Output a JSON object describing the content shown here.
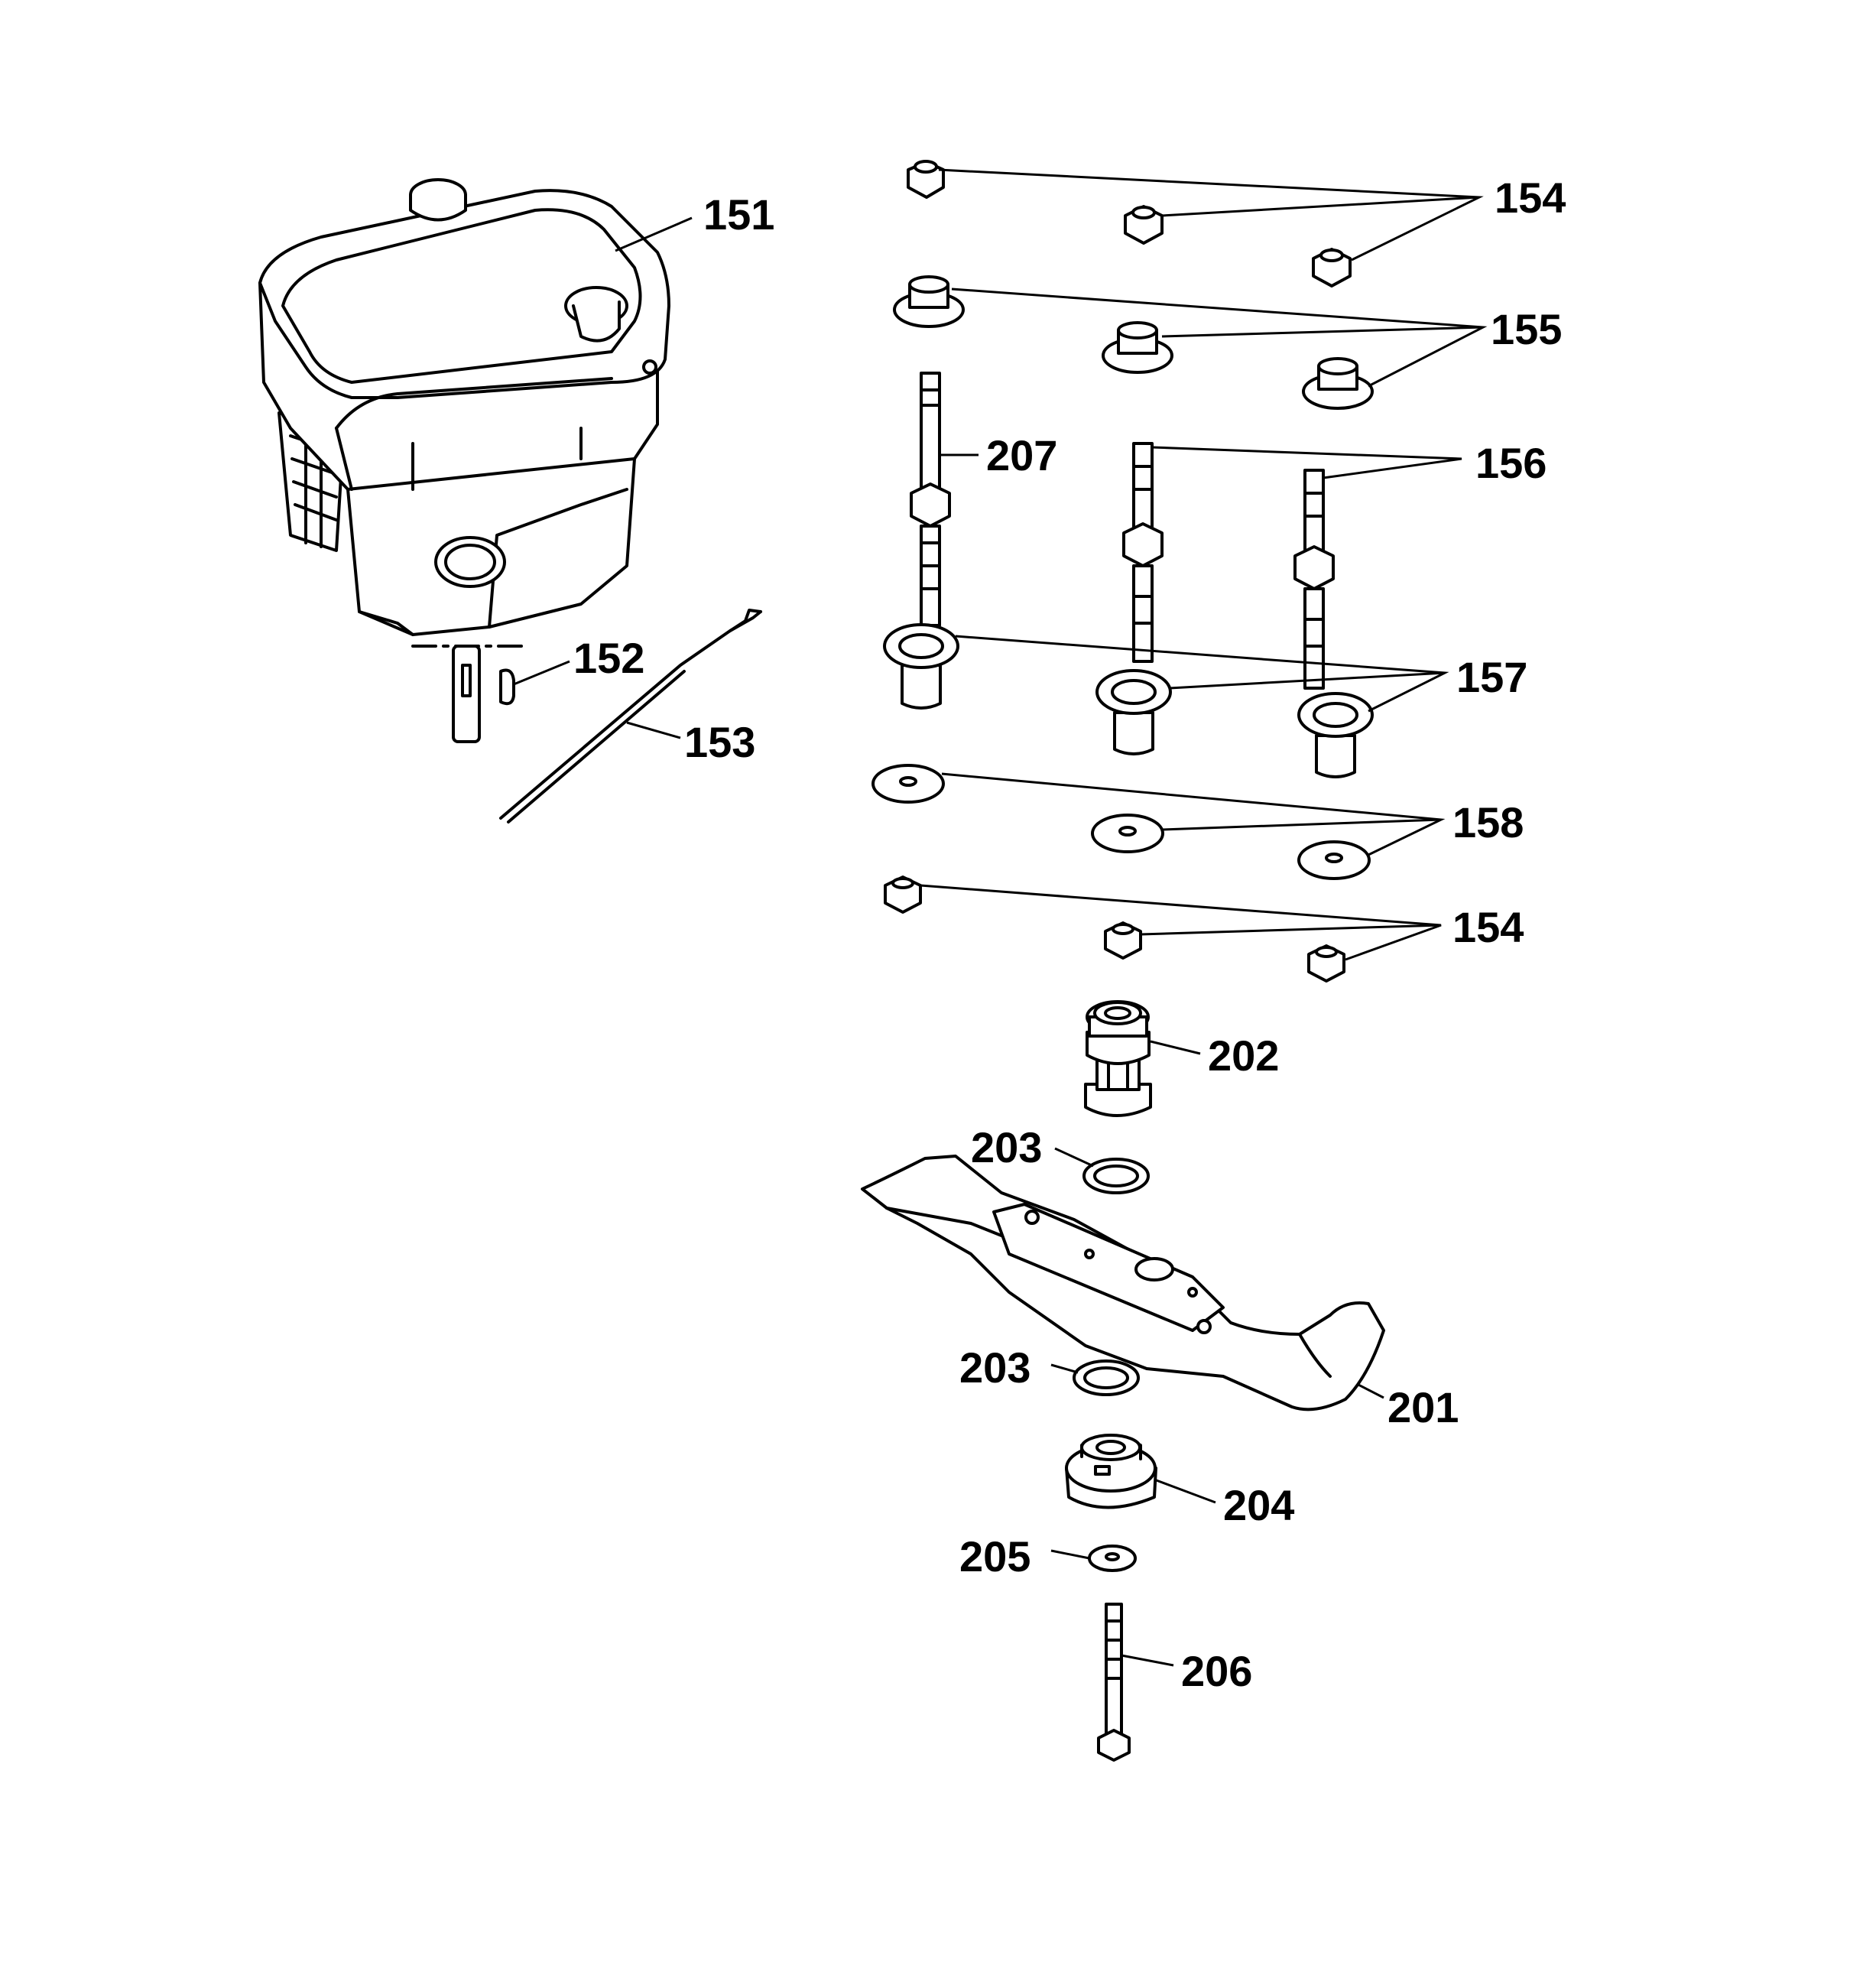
{
  "diagram": {
    "callouts": {
      "c151": "151",
      "c152": "152",
      "c153": "153",
      "c154_top": "154",
      "c155": "155",
      "c207": "207",
      "c156": "156",
      "c157": "157",
      "c158": "158",
      "c154_bottom": "154",
      "c202": "202",
      "c203_top": "203",
      "c203_bottom": "203",
      "c201": "201",
      "c204": "204",
      "c205": "205",
      "c206": "206"
    }
  }
}
